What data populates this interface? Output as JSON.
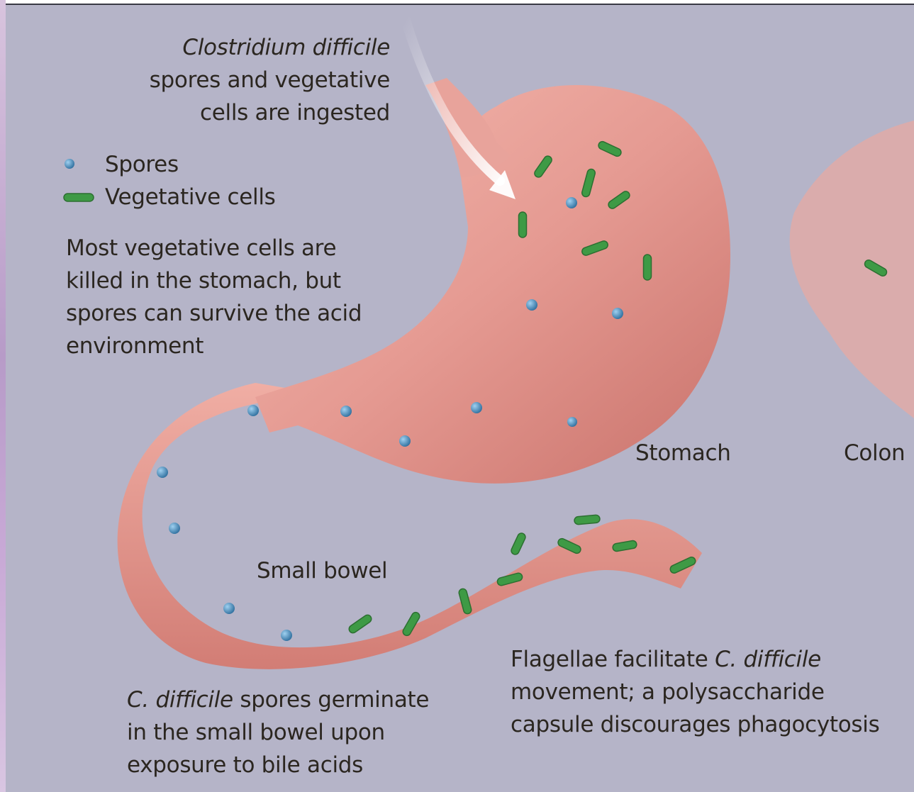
{
  "labels": {
    "ingest_line1": "Clostridium difficile",
    "ingest_line2": "spores and vegetative",
    "ingest_line3": "cells are ingested",
    "legend_spores": "Spores",
    "legend_vegetative": "Vegetative cells",
    "stomach_note_line1": "Most vegetative cells are",
    "stomach_note_line2": "killed in the stomach, but",
    "stomach_note_line3": "spores can survive the acid",
    "stomach_note_line4": "environment",
    "stomach": "Stomach",
    "colon": "Colon",
    "small_bowel": "Small bowel",
    "flagellae_line1_a": "Flagellae facilitate ",
    "flagellae_line1_b": "C. difficile",
    "flagellae_line2": "movement; a polysaccharide",
    "flagellae_line3": "capsule discourages phagocytosis",
    "germinate_line1_a": "C. difficile",
    "germinate_line1_b": " spores germinate",
    "germinate_line2": "in the small bowel upon",
    "germinate_line3": "exposure to bile acids"
  },
  "colors": {
    "background": "#b5b4c8",
    "tissue": "#e59a92",
    "spore": "#3f86b8",
    "vegetative_cell": "#3e9a45",
    "text": "#2b2620"
  },
  "icons": {
    "spore": "blue-dot-icon",
    "vegetative_cell": "green-rod-icon",
    "arrow": "ingestion-arrow-icon"
  }
}
